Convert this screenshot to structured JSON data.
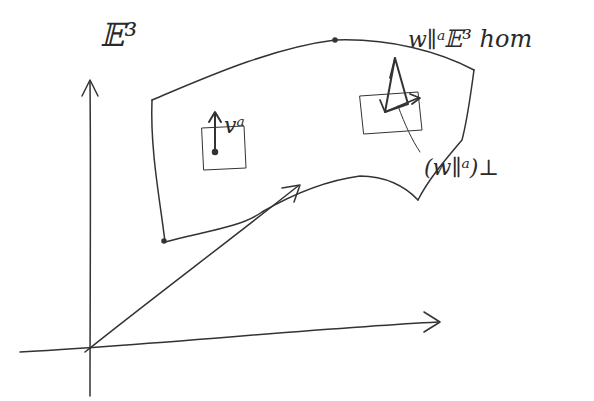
{
  "diagram": {
    "labels": [
      "𝔼³",
      "vᵃ",
      "w∥ᵃ",
      "𝔼³ hom",
      "(w∥ᵃ)⊥"
    ]
  }
}
